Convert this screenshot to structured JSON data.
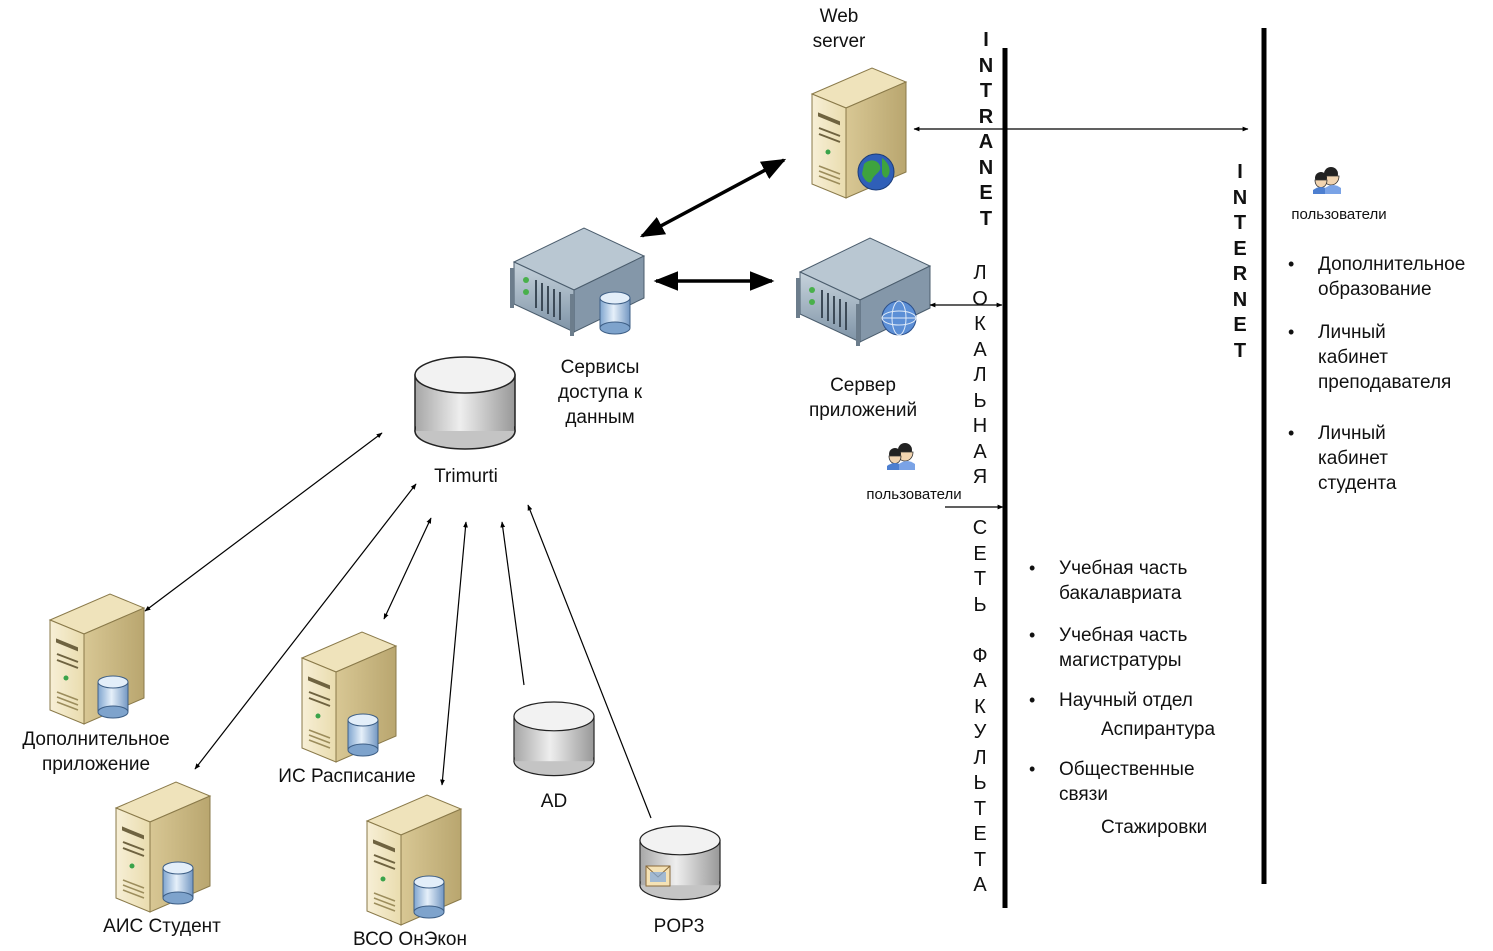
{
  "nodes": {
    "web_server": "Web\nserver",
    "data_services": "Сервисы\nдоступа к\nданным",
    "app_server": "Сервер\nприложений",
    "trimurti": "Trimurti",
    "additional_app": "Дополнительное\nприложение",
    "ais_student": "АИС Студент",
    "is_schedule": "ИС Расписание",
    "vso_onekon": "ВСО ОнЭкон",
    "ad": "AD",
    "pop3": "POP3"
  },
  "network_labels": {
    "intranet": "INTRANET",
    "internet": "INTERNET",
    "local_network": "ЛОКАЛЬНАЯ СЕТЬ ФАКУЛЬТЕТА"
  },
  "users": {
    "local_users": "пользователи",
    "internet_users": "пользователи"
  },
  "internet_services": [
    "Дополнительное\nобразование",
    "Личный\nкабинет\nпреподавателя",
    "Личный\nкабинет\nстудента"
  ],
  "local_services": [
    {
      "text": "Учебная часть\nбакалавриата",
      "sub": ""
    },
    {
      "text": "Учебная часть\nмагистратуры",
      "sub": ""
    },
    {
      "text": "Научный отдел",
      "sub": "Аспирантура"
    },
    {
      "text": "Общественные\nсвязи",
      "sub": "Стажировки"
    }
  ],
  "colors": {
    "server_body": "#f3e7c2",
    "server_shade": "#d2c193",
    "rack_body": "#9fb2c2",
    "db_fill": "#dcdcdc",
    "db_blue": "#bcd3ec",
    "globe_green": "#3a9a3a",
    "globe_blue": "#2f5fb8",
    "line": "#000000"
  },
  "icons": [
    "tower-server-icon",
    "rack-server-icon",
    "database-icon",
    "globe-icon",
    "users-icon",
    "mail-icon"
  ]
}
